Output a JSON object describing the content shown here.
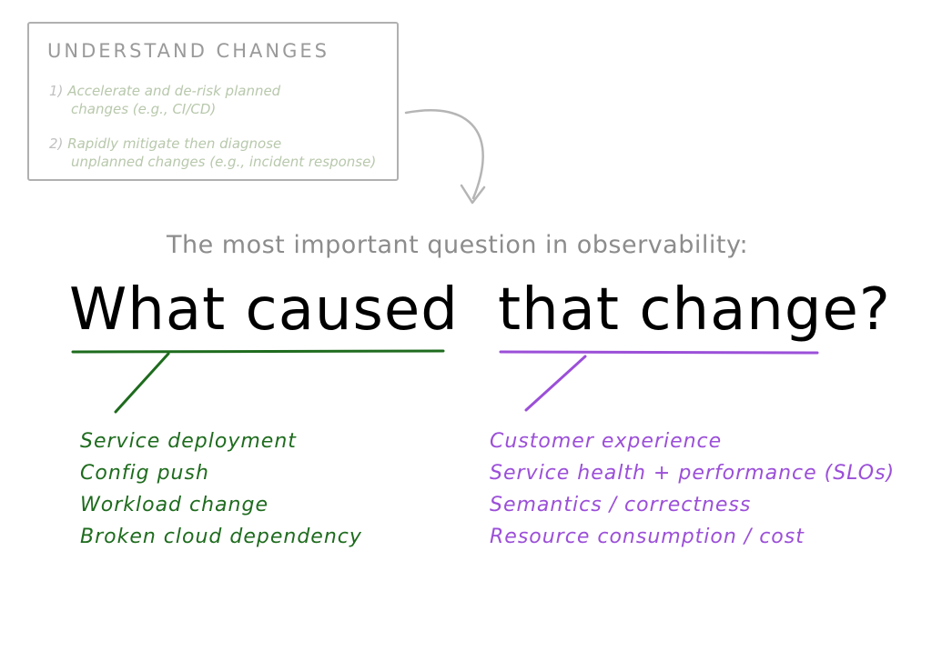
{
  "colors": {
    "cause": "#1e6b1e",
    "effect": "#9b4fd8",
    "box_border": "#b0b0b0",
    "box_title": "#9a9a9a",
    "box_text": "#b8c8ac",
    "subtitle": "#8c8c8c",
    "question": "#000000",
    "arrow": "#b5b5b5"
  },
  "box": {
    "title": "UNDERSTAND CHANGES",
    "items": [
      {
        "number": "1)",
        "line1": "Accelerate and de-risk planned",
        "line2": "changes (e.g., CI/CD)"
      },
      {
        "number": "2)",
        "line1": "Rapidly mitigate then diagnose",
        "line2": "unplanned changes (e.g., incident response)"
      }
    ]
  },
  "subtitle": "The most important question in observability:",
  "question": {
    "cause_part": "What caused",
    "effect_part": "that change?"
  },
  "causes": [
    "Service deployment",
    "Config push",
    "Workload change",
    "Broken cloud dependency"
  ],
  "effects": [
    "Customer experience",
    "Service health + performance (SLOs)",
    "Semantics / correctness",
    "Resource consumption / cost"
  ]
}
